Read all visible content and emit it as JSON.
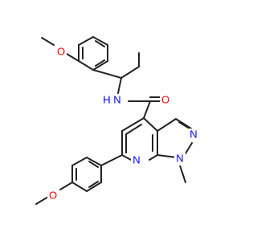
{
  "molecule": {
    "colors": {
      "bond": "#222222",
      "oxygen": "#ff0000",
      "nitrogen": "#0000ff",
      "background": "#ffffff"
    },
    "labels": {
      "o_top": "O",
      "o_amide": "O",
      "n_amide": "N",
      "h_amide": "H",
      "n_pyrazole": "N",
      "n_pyridine": "N",
      "n_methyl": "N",
      "o_bottom": "O"
    }
  }
}
